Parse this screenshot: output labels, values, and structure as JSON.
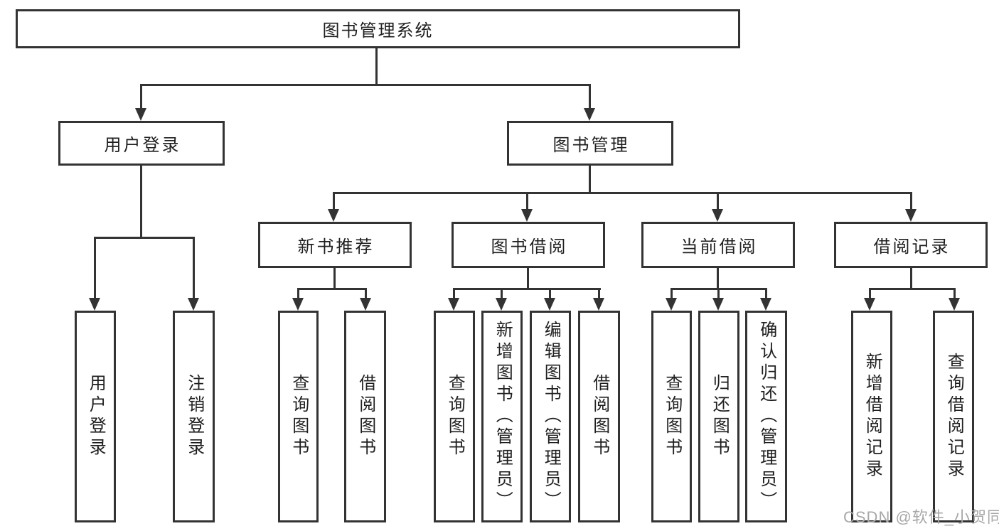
{
  "colors": {
    "line": "#333333",
    "background": "#ffffff",
    "text": "#1f1f1f",
    "watermark": "#a8a8a8"
  },
  "diagram": {
    "root": {
      "label": "图书管理系统"
    },
    "branches": [
      {
        "label": "用户登录",
        "leaves": [
          {
            "label": "用户登录"
          },
          {
            "label": "注销登录"
          }
        ]
      },
      {
        "label": "图书管理",
        "groups": [
          {
            "label": "新书推荐",
            "leaves": [
              {
                "label": "查询图书"
              },
              {
                "label": "借阅图书"
              }
            ]
          },
          {
            "label": "图书借阅",
            "leaves": [
              {
                "label": "查询图书"
              },
              {
                "label": "新增图书（管理员）"
              },
              {
                "label": "编辑图书（管理员）"
              },
              {
                "label": "借阅图书"
              }
            ]
          },
          {
            "label": "当前借阅",
            "leaves": [
              {
                "label": "查询图书"
              },
              {
                "label": "归还图书"
              },
              {
                "label": "确认归还（管理员）"
              }
            ]
          },
          {
            "label": "借阅记录",
            "leaves": [
              {
                "label": "新增借阅记录"
              },
              {
                "label": "查询借阅记录"
              }
            ]
          }
        ]
      }
    ]
  },
  "watermark": {
    "text": "CSDN @软件_小贺同学"
  }
}
